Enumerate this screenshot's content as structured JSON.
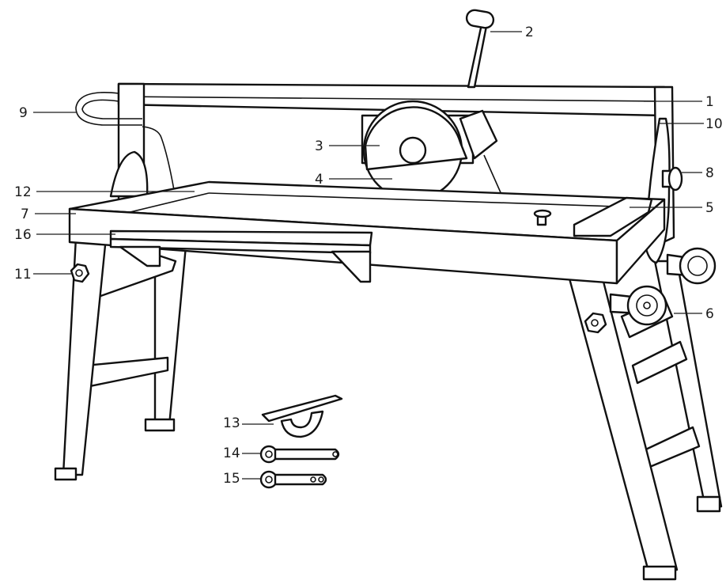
{
  "labels": [
    {
      "id": "1",
      "text": "1"
    },
    {
      "id": "2",
      "text": "2"
    },
    {
      "id": "3",
      "text": "3"
    },
    {
      "id": "4",
      "text": "4"
    },
    {
      "id": "5",
      "text": "5"
    },
    {
      "id": "6",
      "text": "6"
    },
    {
      "id": "7",
      "text": "7"
    },
    {
      "id": "8",
      "text": "8"
    },
    {
      "id": "9",
      "text": "9"
    },
    {
      "id": "10",
      "text": "10"
    },
    {
      "id": "11",
      "text": "11"
    },
    {
      "id": "12",
      "text": "12"
    },
    {
      "id": "13",
      "text": "13"
    },
    {
      "id": "14",
      "text": "14"
    },
    {
      "id": "15",
      "text": "15"
    },
    {
      "id": "16",
      "text": "16"
    }
  ],
  "colors": {
    "line": "#111111",
    "background": "#ffffff"
  }
}
